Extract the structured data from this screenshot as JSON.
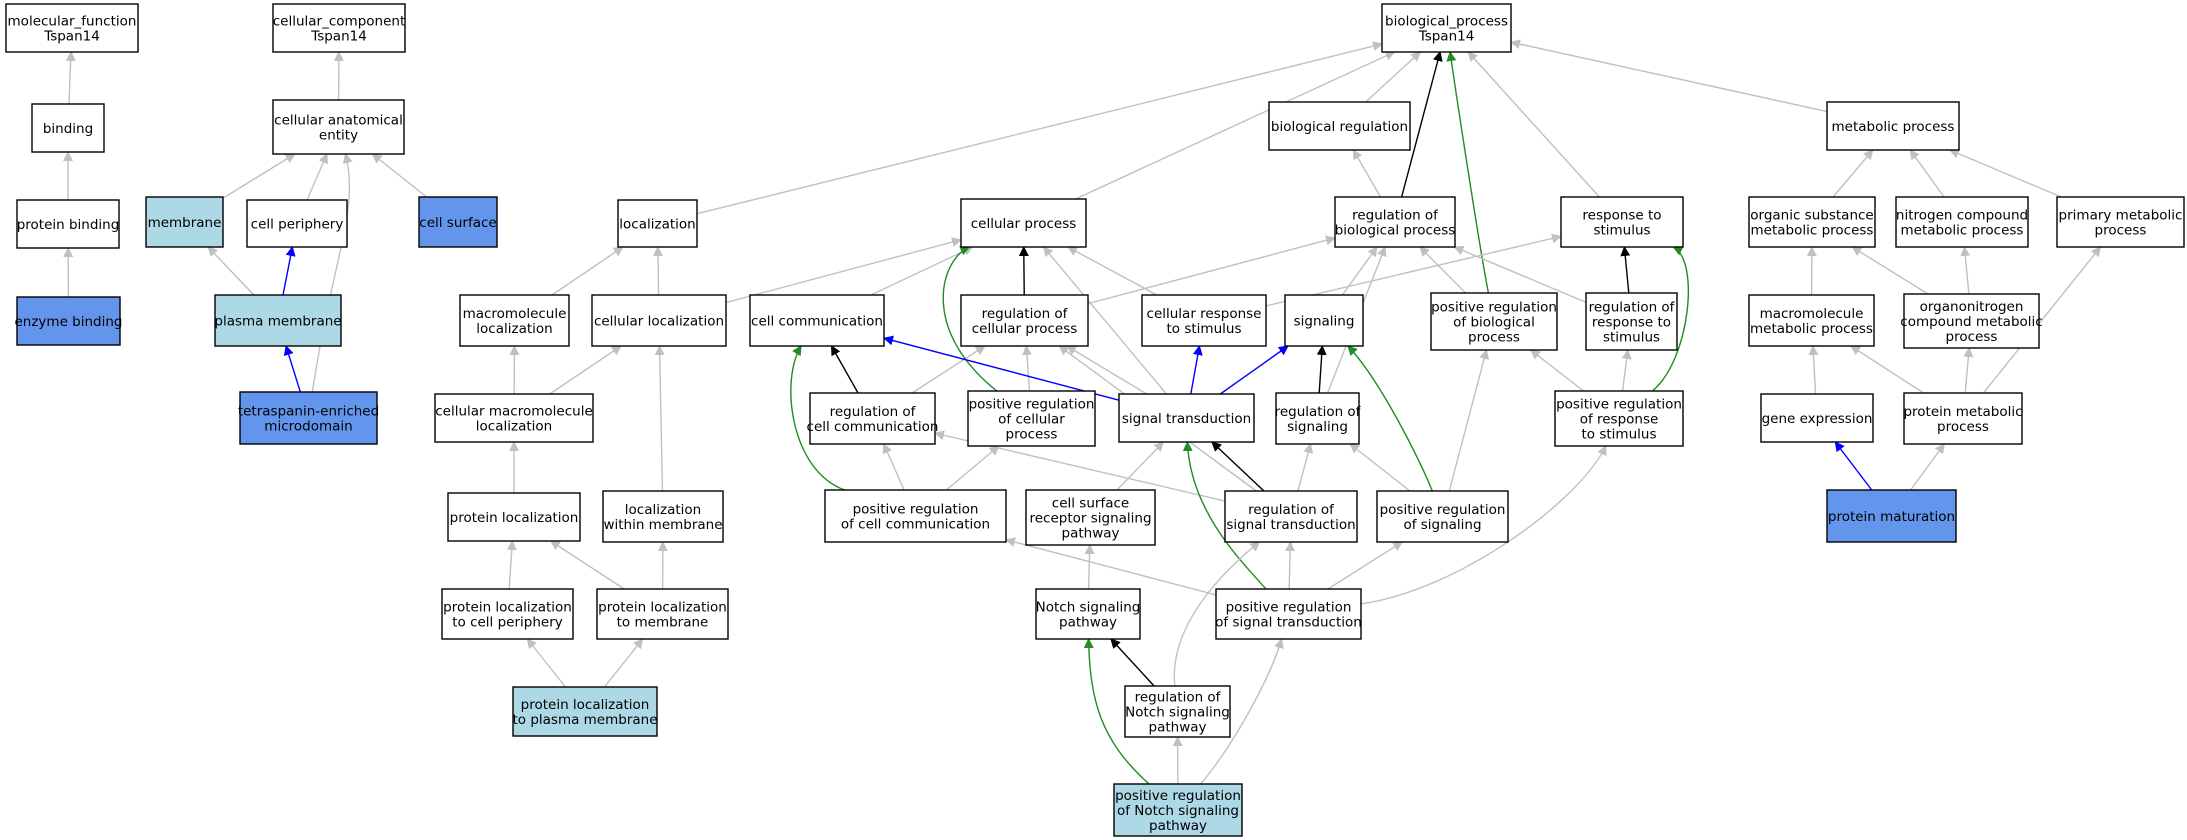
{
  "colors": {
    "none": "#ffffff",
    "light": "#add8e6",
    "strong": "#6495ed",
    "gray": "#c0c0c0",
    "black": "#000000",
    "blue": "#0000ff",
    "green": "#228b22"
  },
  "nodes": [
    {
      "id": "mf",
      "label": [
        "molecular_function",
        "Tspan14"
      ],
      "fill": "none"
    },
    {
      "id": "binding",
      "label": [
        "binding"
      ],
      "fill": "none"
    },
    {
      "id": "protbind",
      "label": [
        "protein binding"
      ],
      "fill": "none"
    },
    {
      "id": "enzbind",
      "label": [
        "enzyme binding"
      ],
      "fill": "strong"
    },
    {
      "id": "cc",
      "label": [
        "cellular_component",
        "Tspan14"
      ],
      "fill": "none"
    },
    {
      "id": "cae",
      "label": [
        "cellular anatomical",
        "entity"
      ],
      "fill": "none"
    },
    {
      "id": "membrane",
      "label": [
        "membrane"
      ],
      "fill": "light"
    },
    {
      "id": "cellper",
      "label": [
        "cell periphery"
      ],
      "fill": "none"
    },
    {
      "id": "cellsurf",
      "label": [
        "cell surface"
      ],
      "fill": "strong"
    },
    {
      "id": "plasmamem",
      "label": [
        "plasma membrane"
      ],
      "fill": "light"
    },
    {
      "id": "tetra",
      "label": [
        "tetraspanin-enriched",
        "microdomain"
      ],
      "fill": "strong"
    },
    {
      "id": "bp",
      "label": [
        "biological_process",
        "Tspan14"
      ],
      "fill": "none"
    },
    {
      "id": "localization",
      "label": [
        "localization"
      ],
      "fill": "none"
    },
    {
      "id": "cellproc",
      "label": [
        "cellular process"
      ],
      "fill": "none"
    },
    {
      "id": "bioreg",
      "label": [
        "biological regulation"
      ],
      "fill": "none"
    },
    {
      "id": "regbio",
      "label": [
        "regulation of",
        "biological process"
      ],
      "fill": "none"
    },
    {
      "id": "resp",
      "label": [
        "response to",
        "stimulus"
      ],
      "fill": "none"
    },
    {
      "id": "metab",
      "label": [
        "metabolic process"
      ],
      "fill": "none"
    },
    {
      "id": "orgsub",
      "label": [
        "organic substance",
        "metabolic process"
      ],
      "fill": "none"
    },
    {
      "id": "nitro",
      "label": [
        "nitrogen compound",
        "metabolic process"
      ],
      "fill": "none"
    },
    {
      "id": "primmet",
      "label": [
        "primary metabolic",
        "process"
      ],
      "fill": "none"
    },
    {
      "id": "macroloc",
      "label": [
        "macromolecule",
        "localization"
      ],
      "fill": "none"
    },
    {
      "id": "cellloc",
      "label": [
        "cellular localization"
      ],
      "fill": "none"
    },
    {
      "id": "cellcomm",
      "label": [
        "cell communication"
      ],
      "fill": "none"
    },
    {
      "id": "regcell",
      "label": [
        "regulation of",
        "cellular process"
      ],
      "fill": "none"
    },
    {
      "id": "cellresp",
      "label": [
        "cellular response",
        "to stimulus"
      ],
      "fill": "none"
    },
    {
      "id": "signaling",
      "label": [
        "signaling"
      ],
      "fill": "none"
    },
    {
      "id": "posregbio",
      "label": [
        "positive regulation",
        "of biological",
        "process"
      ],
      "fill": "none"
    },
    {
      "id": "regresp",
      "label": [
        "regulation of",
        "response to",
        "stimulus"
      ],
      "fill": "none"
    },
    {
      "id": "macromet",
      "label": [
        "macromolecule",
        "metabolic process"
      ],
      "fill": "none"
    },
    {
      "id": "orgnitro",
      "label": [
        "organonitrogen",
        "compound metabolic",
        "process"
      ],
      "fill": "none"
    },
    {
      "id": "cellmacroloc",
      "label": [
        "cellular macromolecule",
        "localization"
      ],
      "fill": "none"
    },
    {
      "id": "regcomm",
      "label": [
        "regulation of",
        "cell communication"
      ],
      "fill": "none"
    },
    {
      "id": "posregcell",
      "label": [
        "positive regulation",
        "of cellular",
        "process"
      ],
      "fill": "none"
    },
    {
      "id": "sigtrans",
      "label": [
        "signal transduction"
      ],
      "fill": "none"
    },
    {
      "id": "regsig",
      "label": [
        "regulation of",
        "signaling"
      ],
      "fill": "none"
    },
    {
      "id": "posregresp",
      "label": [
        "positive regulation",
        "of response",
        "to stimulus"
      ],
      "fill": "none"
    },
    {
      "id": "geneexp",
      "label": [
        "gene expression"
      ],
      "fill": "none"
    },
    {
      "id": "protmet",
      "label": [
        "protein metabolic",
        "process"
      ],
      "fill": "none"
    },
    {
      "id": "protloc",
      "label": [
        "protein localization"
      ],
      "fill": "none"
    },
    {
      "id": "locmem",
      "label": [
        "localization",
        "within membrane"
      ],
      "fill": "none"
    },
    {
      "id": "posregcomm",
      "label": [
        "positive regulation",
        "of cell communication"
      ],
      "fill": "none"
    },
    {
      "id": "csrsp",
      "label": [
        "cell surface",
        "receptor signaling",
        "pathway"
      ],
      "fill": "none"
    },
    {
      "id": "regst",
      "label": [
        "regulation of",
        "signal transduction"
      ],
      "fill": "none"
    },
    {
      "id": "posregsig",
      "label": [
        "positive regulation",
        "of signaling"
      ],
      "fill": "none"
    },
    {
      "id": "protmat",
      "label": [
        "protein maturation"
      ],
      "fill": "strong"
    },
    {
      "id": "protlocper",
      "label": [
        "protein localization",
        "to cell periphery"
      ],
      "fill": "none"
    },
    {
      "id": "protlocmem",
      "label": [
        "protein localization",
        "to membrane"
      ],
      "fill": "none"
    },
    {
      "id": "notch",
      "label": [
        "Notch signaling",
        "pathway"
      ],
      "fill": "none"
    },
    {
      "id": "posregst",
      "label": [
        "positive regulation",
        "of signal transduction"
      ],
      "fill": "none"
    },
    {
      "id": "protlocpm",
      "label": [
        "protein localization",
        "to plasma membrane"
      ],
      "fill": "light"
    },
    {
      "id": "regnotch",
      "label": [
        "regulation of",
        "Notch signaling",
        "pathway"
      ],
      "fill": "none"
    },
    {
      "id": "posregnotch",
      "label": [
        "positive regulation",
        "of Notch signaling",
        "pathway"
      ],
      "fill": "light"
    }
  ],
  "edges": [
    {
      "from": "binding",
      "to": "mf",
      "color": "gray"
    },
    {
      "from": "protbind",
      "to": "binding",
      "color": "gray"
    },
    {
      "from": "enzbind",
      "to": "protbind",
      "color": "gray"
    },
    {
      "from": "cae",
      "to": "cc",
      "color": "gray"
    },
    {
      "from": "membrane",
      "to": "cae",
      "color": "gray"
    },
    {
      "from": "cellper",
      "to": "cae",
      "color": "gray"
    },
    {
      "from": "cellsurf",
      "to": "cae",
      "color": "gray"
    },
    {
      "from": "plasmamem",
      "to": "membrane",
      "color": "gray"
    },
    {
      "from": "plasmamem",
      "to": "cellper",
      "color": "blue"
    },
    {
      "from": "tetra",
      "to": "plasmamem",
      "color": "blue"
    },
    {
      "from": "tetra",
      "to": "cae",
      "color": "gray"
    },
    {
      "from": "localization",
      "to": "bp",
      "color": "gray"
    },
    {
      "from": "cellproc",
      "to": "bp",
      "color": "gray"
    },
    {
      "from": "bioreg",
      "to": "bp",
      "color": "gray"
    },
    {
      "from": "regbio",
      "to": "bp",
      "color": "black"
    },
    {
      "from": "resp",
      "to": "bp",
      "color": "gray"
    },
    {
      "from": "metab",
      "to": "bp",
      "color": "gray"
    },
    {
      "from": "posregbio",
      "to": "bp",
      "color": "green"
    },
    {
      "from": "regbio",
      "to": "bioreg",
      "color": "gray"
    },
    {
      "from": "orgsub",
      "to": "metab",
      "color": "gray"
    },
    {
      "from": "nitro",
      "to": "metab",
      "color": "gray"
    },
    {
      "from": "primmet",
      "to": "metab",
      "color": "gray"
    },
    {
      "from": "macroloc",
      "to": "localization",
      "color": "gray"
    },
    {
      "from": "cellloc",
      "to": "localization",
      "color": "gray"
    },
    {
      "from": "cellloc",
      "to": "cellproc",
      "color": "gray"
    },
    {
      "from": "cellcomm",
      "to": "cellproc",
      "color": "gray"
    },
    {
      "from": "regcell",
      "to": "cellproc",
      "color": "black"
    },
    {
      "from": "regcell",
      "to": "regbio",
      "color": "gray"
    },
    {
      "from": "cellresp",
      "to": "cellproc",
      "color": "gray"
    },
    {
      "from": "cellresp",
      "to": "resp",
      "color": "gray"
    },
    {
      "from": "signaling",
      "to": "regbio",
      "color": "gray"
    },
    {
      "from": "posregbio",
      "to": "regbio",
      "color": "gray"
    },
    {
      "from": "regresp",
      "to": "regbio",
      "color": "gray"
    },
    {
      "from": "regresp",
      "to": "resp",
      "color": "black"
    },
    {
      "from": "macromet",
      "to": "orgsub",
      "color": "gray"
    },
    {
      "from": "orgnitro",
      "to": "orgsub",
      "color": "gray"
    },
    {
      "from": "orgnitro",
      "to": "nitro",
      "color": "gray"
    },
    {
      "from": "cellmacroloc",
      "to": "macroloc",
      "color": "gray"
    },
    {
      "from": "cellmacroloc",
      "to": "cellloc",
      "color": "gray"
    },
    {
      "from": "regcomm",
      "to": "cellcomm",
      "color": "black"
    },
    {
      "from": "regcomm",
      "to": "regcell",
      "color": "gray"
    },
    {
      "from": "posregcell",
      "to": "regcell",
      "color": "gray"
    },
    {
      "from": "posregcell",
      "to": "cellproc",
      "color": "green"
    },
    {
      "from": "sigtrans",
      "to": "cellcomm",
      "color": "blue"
    },
    {
      "from": "sigtrans",
      "to": "cellresp",
      "color": "blue"
    },
    {
      "from": "sigtrans",
      "to": "signaling",
      "color": "blue"
    },
    {
      "from": "sigtrans",
      "to": "cellproc",
      "color": "gray"
    },
    {
      "from": "sigtrans",
      "to": "regcell",
      "color": "gray"
    },
    {
      "from": "regsig",
      "to": "signaling",
      "color": "black"
    },
    {
      "from": "regsig",
      "to": "regbio",
      "color": "gray"
    },
    {
      "from": "posregresp",
      "to": "regresp",
      "color": "gray"
    },
    {
      "from": "posregresp",
      "to": "posregbio",
      "color": "gray"
    },
    {
      "from": "posregresp",
      "to": "resp",
      "color": "green"
    },
    {
      "from": "geneexp",
      "to": "macromet",
      "color": "gray"
    },
    {
      "from": "protmet",
      "to": "macromet",
      "color": "gray"
    },
    {
      "from": "protmet",
      "to": "orgnitro",
      "color": "gray"
    },
    {
      "from": "protmet",
      "to": "primmet",
      "color": "gray"
    },
    {
      "from": "protmat",
      "to": "geneexp",
      "color": "blue"
    },
    {
      "from": "protmat",
      "to": "protmet",
      "color": "gray"
    },
    {
      "from": "protloc",
      "to": "cellmacroloc",
      "color": "gray"
    },
    {
      "from": "locmem",
      "to": "cellloc",
      "color": "gray"
    },
    {
      "from": "posregcomm",
      "to": "regcomm",
      "color": "gray"
    },
    {
      "from": "posregcomm",
      "to": "posregcell",
      "color": "gray"
    },
    {
      "from": "posregcomm",
      "to": "cellcomm",
      "color": "green"
    },
    {
      "from": "csrsp",
      "to": "sigtrans",
      "color": "gray"
    },
    {
      "from": "regst",
      "to": "sigtrans",
      "color": "black"
    },
    {
      "from": "regst",
      "to": "regsig",
      "color": "gray"
    },
    {
      "from": "regst",
      "to": "regcomm",
      "color": "gray"
    },
    {
      "from": "regst",
      "to": "regcell",
      "color": "gray"
    },
    {
      "from": "posregsig",
      "to": "regsig",
      "color": "gray"
    },
    {
      "from": "posregsig",
      "to": "signaling",
      "color": "green"
    },
    {
      "from": "posregsig",
      "to": "posregbio",
      "color": "gray"
    },
    {
      "from": "protlocper",
      "to": "protloc",
      "color": "gray"
    },
    {
      "from": "protlocmem",
      "to": "protloc",
      "color": "gray"
    },
    {
      "from": "protlocmem",
      "to": "locmem",
      "color": "gray"
    },
    {
      "from": "notch",
      "to": "csrsp",
      "color": "gray"
    },
    {
      "from": "posregst",
      "to": "regst",
      "color": "gray"
    },
    {
      "from": "posregst",
      "to": "posregsig",
      "color": "gray"
    },
    {
      "from": "posregst",
      "to": "posregcomm",
      "color": "gray"
    },
    {
      "from": "posregst",
      "to": "sigtrans",
      "color": "green"
    },
    {
      "from": "posregst",
      "to": "posregresp",
      "color": "gray"
    },
    {
      "from": "protlocpm",
      "to": "protlocper",
      "color": "gray"
    },
    {
      "from": "protlocpm",
      "to": "protlocmem",
      "color": "gray"
    },
    {
      "from": "regnotch",
      "to": "notch",
      "color": "black"
    },
    {
      "from": "regnotch",
      "to": "regst",
      "color": "gray"
    },
    {
      "from": "posregnotch",
      "to": "regnotch",
      "color": "gray"
    },
    {
      "from": "posregnotch",
      "to": "notch",
      "color": "green"
    },
    {
      "from": "posregnotch",
      "to": "posregst",
      "color": "gray"
    }
  ]
}
